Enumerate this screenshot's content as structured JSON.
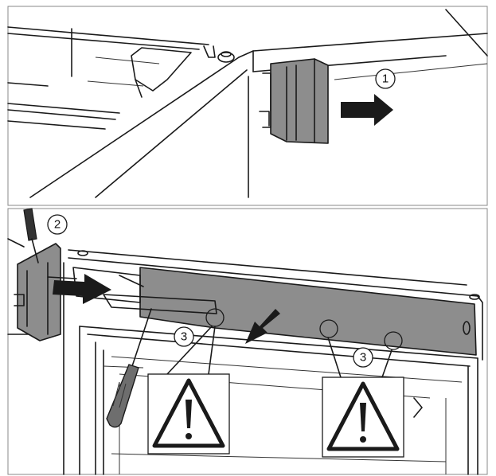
{
  "callouts": {
    "step1": "1",
    "step2": "2",
    "step3": "3"
  },
  "icons": [
    "pull-arrow-icon",
    "push-arrow-icon",
    "remove-arrow-icon",
    "screwdriver-icon",
    "warning-triangle-icon"
  ],
  "colors": {
    "line": "#1a1a1a",
    "part_fill": "#8d8d8d",
    "background": "#ffffff"
  }
}
